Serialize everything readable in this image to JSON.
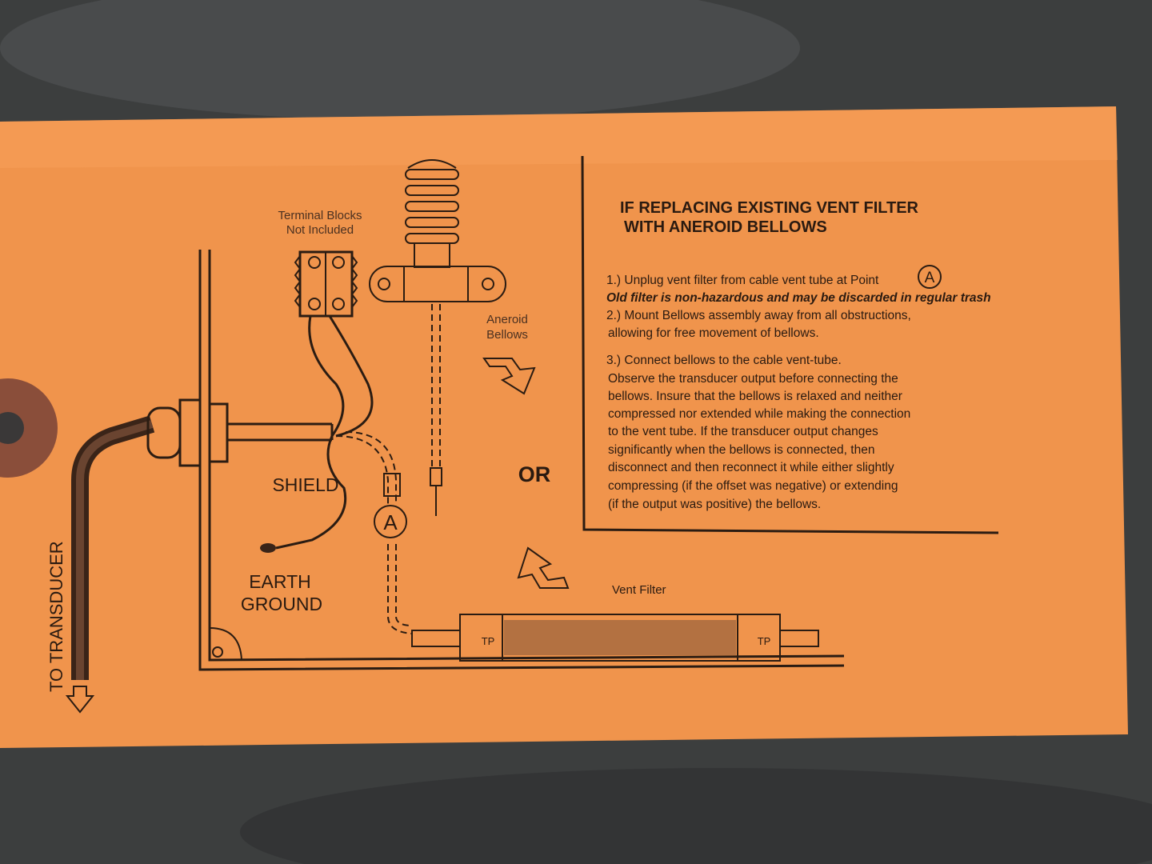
{
  "colors": {
    "tag": "#f0944c",
    "background": "#3c3e3e",
    "ink": "#2a1a10",
    "hole": "#7a4a3a"
  },
  "labels": {
    "terminal_blocks_1": "Terminal Blocks",
    "terminal_blocks_2": "Not Included",
    "aneroid_1": "Aneroid",
    "aneroid_2": "Bellows",
    "shield": "SHIELD",
    "earth_1": "EARTH",
    "earth_2": "GROUND",
    "or": "OR",
    "vent_filter": "Vent Filter",
    "to_transducer": "TO TRANSDUCER",
    "point_a": "A",
    "filter_mark": "TP"
  },
  "instructions": {
    "title_1": "IF REPLACING EXISTING VENT FILTER",
    "title_2": "WITH ANEROID BELLOWS",
    "lines": [
      "1.) Unplug vent filter from cable vent tube at Point",
      "Old filter is non-hazardous and may be discarded in regular trash",
      "2.) Mount Bellows assembly away from all obstructions,",
      "allowing for free movement of bellows.",
      "3.) Connect bellows to the cable vent-tube.",
      "Observe the transducer output before connecting the",
      "bellows. Insure that the bellows is relaxed and neither",
      "compressed nor extended while making the connection",
      "to the vent tube. If the transducer output changes",
      "significantly when the bellows is connected, then",
      "disconnect and then reconnect it while either slightly",
      "compressing (if the offset was negative) or extending",
      "(if the output was positive) the bellows."
    ],
    "point_label": "A"
  }
}
